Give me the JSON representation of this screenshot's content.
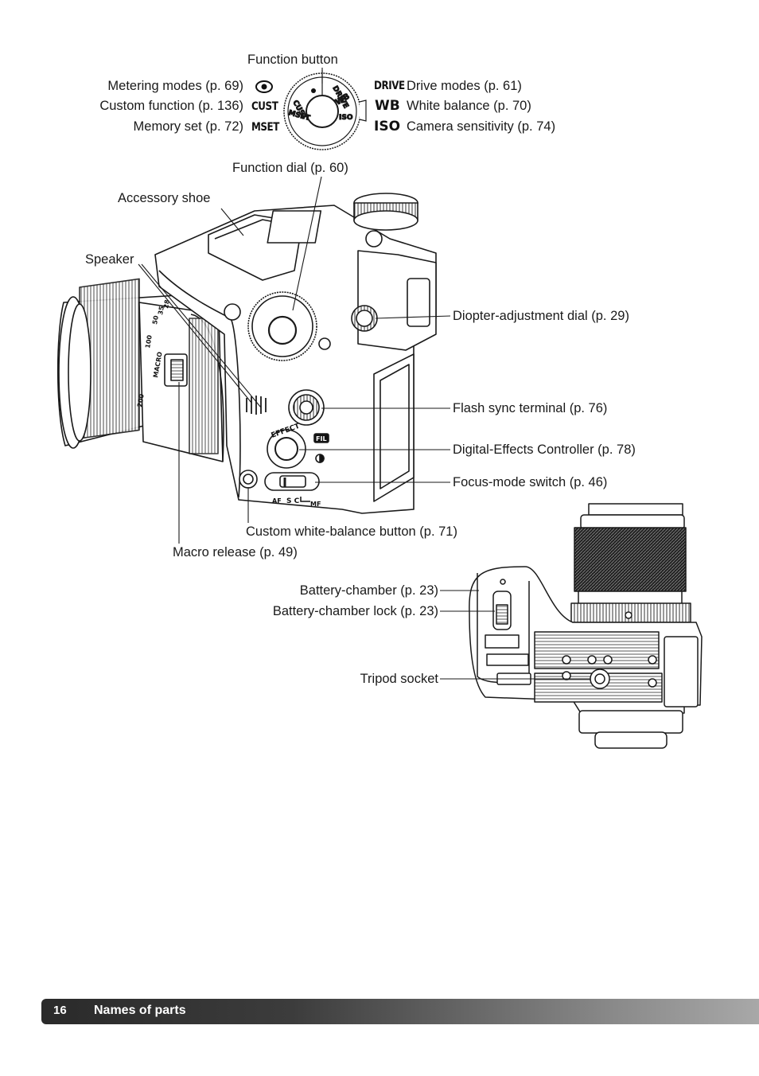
{
  "dial_callout": {
    "function_button": "Function button",
    "left": [
      {
        "label": "Metering modes (p. 69)",
        "icon": "metering-icon"
      },
      {
        "label": "Custom function (p. 136)",
        "symbol": "CUST"
      },
      {
        "label": "Memory set (p. 72)",
        "symbol": "MSET"
      }
    ],
    "right": [
      {
        "symbol": "DRIVE",
        "label": "Drive modes (p. 61)"
      },
      {
        "symbol": "WB",
        "label": "White balance (p. 70)"
      },
      {
        "symbol": "ISO",
        "label": "Camera sensitivity (p. 74)"
      }
    ],
    "dial_marks": {
      "drive": "DRIVE",
      "wb": "WB",
      "iso": "ISO",
      "cust": "CUST",
      "mset": "MSET"
    }
  },
  "labels": {
    "function_dial": "Function dial (p. 60)",
    "accessory_shoe": "Accessory shoe",
    "speaker": "Speaker",
    "diopter": "Diopter-adjustment dial (p. 29)",
    "flash_sync": "Flash sync terminal (p. 76)",
    "digital_effects": "Digital-Effects Controller (p. 78)",
    "focus_mode": "Focus-mode switch (p. 46)",
    "custom_wb": "Custom white-balance button (p. 71)",
    "macro_release": "Macro release (p. 49)",
    "battery_chamber": "Battery-chamber (p. 23)",
    "battery_lock": "Battery-chamber lock (p. 23)",
    "tripod_socket": "Tripod socket"
  },
  "camera_marks": {
    "macro": "MACRO",
    "focal": [
      "200",
      "100",
      "50",
      "35",
      "28"
    ],
    "effect": "EFFECT",
    "fil": "FIL",
    "af": "AF",
    "sc": "S C",
    "mf": "MF"
  },
  "footer": {
    "page_number": "16",
    "section_title": "Names of parts"
  },
  "colors": {
    "line": "#1a1a1a",
    "camera_body": "#ffffff",
    "footer_dark": "#2a2a2a",
    "footer_light": "#a8a8a8"
  }
}
